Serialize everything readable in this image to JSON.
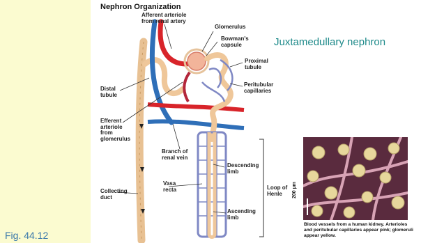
{
  "title": "Nephron Organization",
  "subtitle": "Juxtamedullary nephron",
  "figure_label": "Fig. 44.12",
  "labels": {
    "afferent": "Afferent arteriole\nfrom renal artery",
    "glomerulus": "Glomerulus",
    "bowmans": "Bowman's\ncapsule",
    "proximal": "Proximal\ntubule",
    "peritubular": "Peritubular\ncapillaries",
    "distal": "Distal\ntubule",
    "efferent": "Efferent\narteriole\nfrom\nglomerulus",
    "renal_vein": "Branch of\nrenal vein",
    "descending": "Descending\nlimb",
    "vasa_recta": "Vasa\nrecta",
    "loop": "Loop of\nHenle",
    "collecting": "Collecting\nduct",
    "ascending": "Ascending\nlimb"
  },
  "photo": {
    "scale": "200 µm",
    "caption": "Blood vessels from a human kidney. Arterioles and peritubular capillaries appear pink; glomeruli appear yellow."
  },
  "colors": {
    "artery": "#d8242a",
    "vein": "#2f6fb8",
    "tubule": "#efc79a",
    "vasa_recta": "#7f88c4",
    "accent_text": "#1e8a8a"
  }
}
